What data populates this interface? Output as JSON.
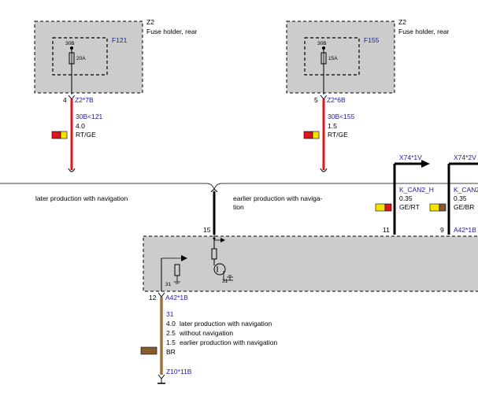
{
  "colors": {
    "box_fill": "#cccccc",
    "wire_red": "#e0141b",
    "wire_black": "#000000",
    "wire_brown": "#a0703a",
    "label_blue": "#1a1aa6",
    "swatch_red": "#e0141b",
    "swatch_yellow": "#f3e300",
    "swatch_brown": "#8b5a2b"
  },
  "fuse_left": {
    "component": "Z2",
    "description": "Fuse holder, rear",
    "fuse_id": "F121",
    "terminal": "30B",
    "rating": "20A",
    "pin": "4",
    "connector": "Z2*7B",
    "signal": "30B<121",
    "cross_section": "4.0",
    "wire_color": "RT/GE"
  },
  "fuse_right": {
    "component": "Z2",
    "description": "Fuse holder, rear",
    "fuse_id": "F155",
    "terminal": "30B",
    "rating": "15A",
    "pin": "5",
    "connector": "Z2*6B",
    "signal": "30B<155",
    "cross_section": "1.5",
    "wire_color": "RT/GE"
  },
  "variants": {
    "later": "later production with navigation",
    "earlier_line1": "earlier production with naviga-",
    "earlier_line2": "tion"
  },
  "module": {
    "pin_top": "15",
    "ground_left": "31",
    "ground_right": "31",
    "pin_bottom": "12",
    "connector_bottom": "A42*1B"
  },
  "can_high": {
    "connector": "X74*1V",
    "signal": "K_CAN2_H",
    "cross_section": "0.35",
    "wire_color": "GE/RT",
    "pin": "11"
  },
  "can_low": {
    "connector": "X74*2V",
    "signal": "K_CAN2_",
    "cross_section": "0.35",
    "wire_color": "GE/BR",
    "pin": "9",
    "module_connector": "A42*1B"
  },
  "ground_wire": {
    "signal": "31",
    "options": [
      {
        "size": "4.0",
        "text": "later production with navigation"
      },
      {
        "size": "2.5",
        "text": "without navigation"
      },
      {
        "size": "1.5",
        "text": "earlier production with navigation"
      }
    ],
    "wire_color": "BR",
    "connector": "Z10*11B"
  }
}
